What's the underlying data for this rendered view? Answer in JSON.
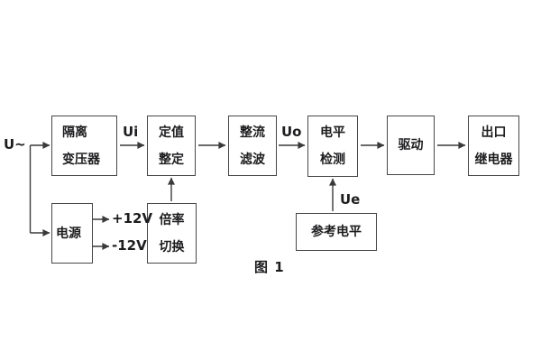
{
  "figure": {
    "caption": "图 1",
    "input_label": "U~",
    "colors": {
      "background": "#ffffff",
      "box_border": "#474747",
      "wire": "#3a3a3a",
      "text": "#1d1d1f"
    },
    "boxes": {
      "isolation_transformer": {
        "line1": "隔离",
        "line2": "变压器"
      },
      "setting": {
        "line1": "定值",
        "line2": "整定"
      },
      "rectifier_filter": {
        "line1": "整流",
        "line2": "滤波"
      },
      "level_detection": {
        "line1": "电平",
        "line2": "检测"
      },
      "drive": {
        "line1": "驱动"
      },
      "output_relay": {
        "line1": "出口",
        "line2": "继电器"
      },
      "power_supply": {
        "line1": "电源"
      },
      "ratio_switch": {
        "line1": "倍率",
        "line2": "切换"
      },
      "reference_level": {
        "line1": "参考电平"
      }
    },
    "signals": {
      "ui": "Ui",
      "uo": "Uo",
      "ue": "Ue",
      "plus12v": "+12V",
      "minus12v": "-12V"
    }
  }
}
